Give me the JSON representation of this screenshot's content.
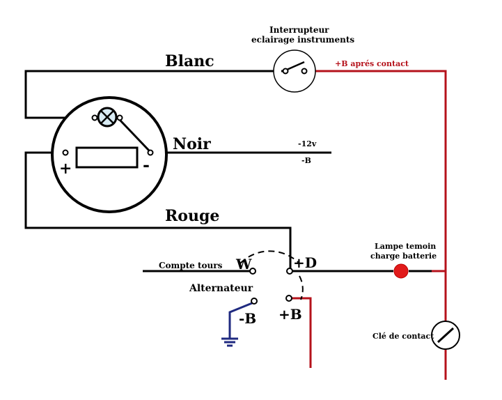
{
  "labels": {
    "blanc": "Blanc",
    "noir": "Noir",
    "rouge": "Rouge",
    "interrupteur_line1": "Interrupteur",
    "interrupteur_line2": "eclairage instruments",
    "b_apres_contact": "+B aprés contact",
    "minus_12v": "-12v",
    "minus_b_wire": "-B",
    "compte_tours": "Compte tours",
    "alternateur": "Alternateur",
    "terminal_w": "W",
    "terminal_plus_d": "+D",
    "terminal_minus_b": "-B",
    "terminal_plus_b": "+B",
    "lampe_line1": "Lampe temoin",
    "lampe_line2": "charge batterie",
    "cle_contact": "Clé de contact",
    "gauge_plus": "+",
    "gauge_minus": "-"
  },
  "colors": {
    "wire": "#000000",
    "positive": "#b5121b",
    "ground": "#1f2a80",
    "lamp": "#e11b1b"
  }
}
